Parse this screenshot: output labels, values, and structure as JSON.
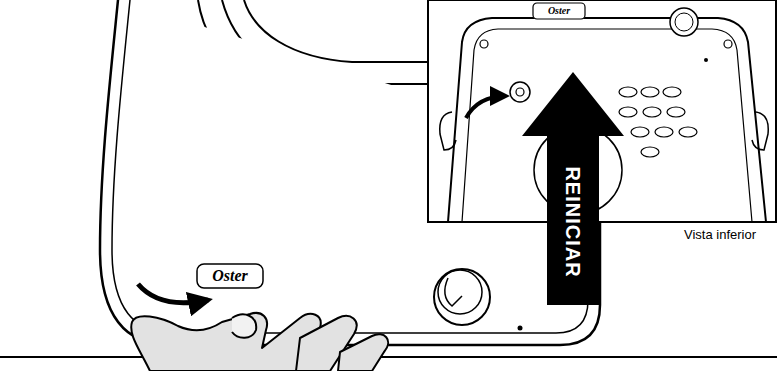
{
  "diagram": {
    "labels": [
      "Oster",
      "Oster",
      "REINICIAR",
      "Vista inferior"
    ]
  }
}
